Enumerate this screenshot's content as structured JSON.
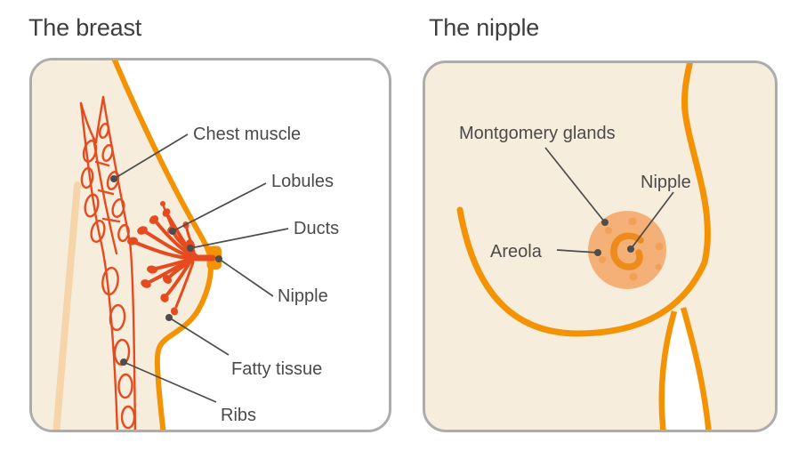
{
  "colors": {
    "panel_background": "#F7EDDC",
    "panel_border": "#ACACAC",
    "skin_orange": "#F39304",
    "anatomy_red": "#E64B1F",
    "arm_tan": "#F6D5AB",
    "areola_fill": "#F5B078",
    "areola_dot": "#F0A057",
    "nipple_swirl": "#ED8B1C",
    "label_text": "#4A4A4A",
    "leader_line": "#4D4D4D",
    "title_text": "#3E3E3E"
  },
  "left_panel": {
    "title": "The breast",
    "labels": {
      "chest_muscle": "Chest muscle",
      "lobules": "Lobules",
      "ducts": "Ducts",
      "nipple": "Nipple",
      "fatty_tissue": "Fatty tissue",
      "ribs": "Ribs"
    }
  },
  "right_panel": {
    "title": "The nipple",
    "labels": {
      "montgomery_glands": "Montgomery glands",
      "nipple": "Nipple",
      "areola": "Areola"
    }
  }
}
